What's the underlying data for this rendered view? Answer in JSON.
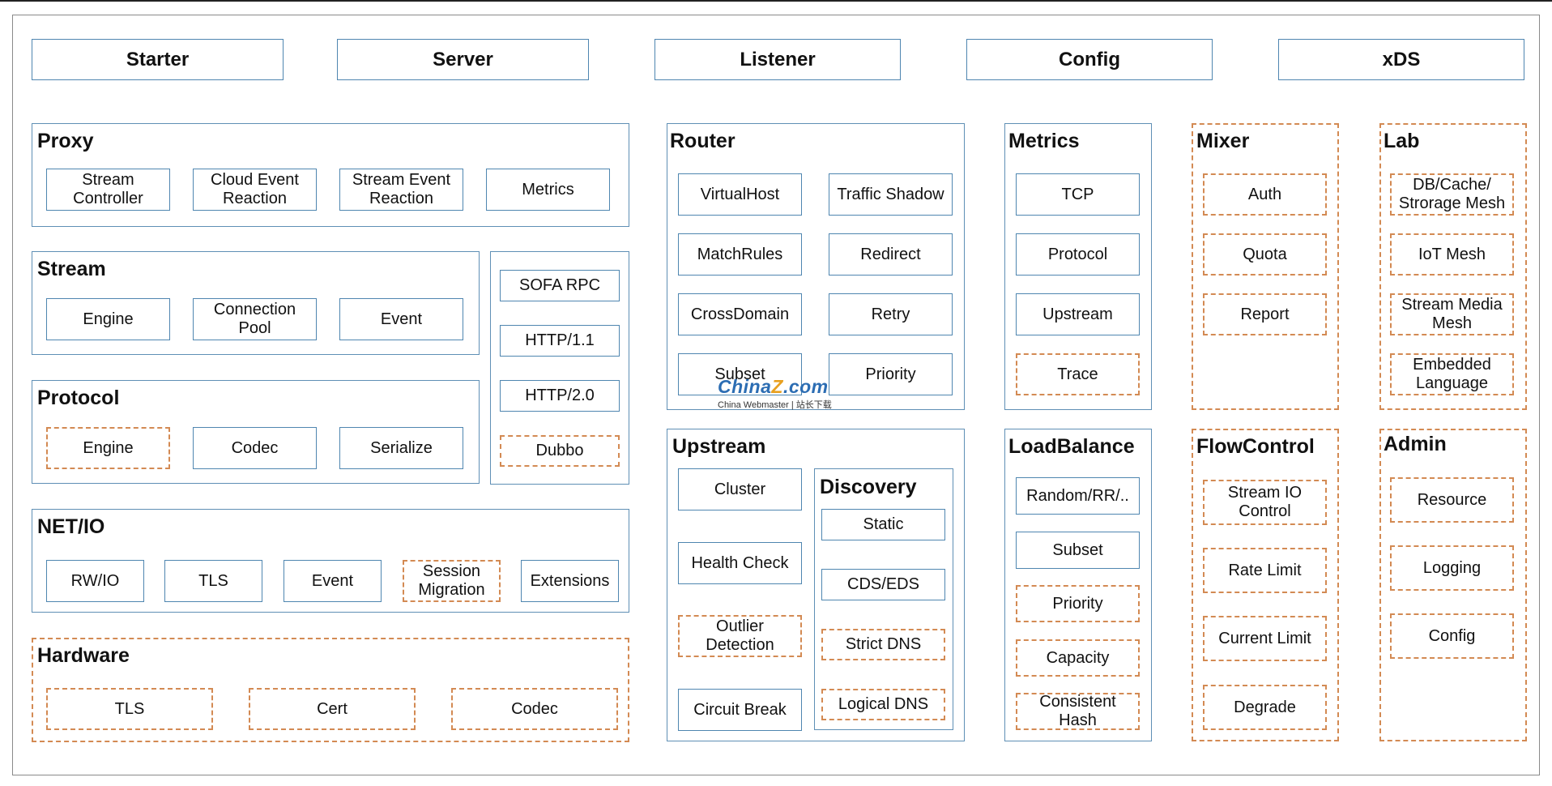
{
  "top_bar": [
    "Starter",
    "Server",
    "Listener",
    "Config",
    "xDS"
  ],
  "proxy": {
    "title": "Proxy",
    "items": [
      "Stream\nController",
      "Cloud Event\nReaction",
      "Stream Event\nReaction",
      "Metrics"
    ]
  },
  "stream": {
    "title": "Stream",
    "items": [
      "Engine",
      "Connection\nPool",
      "Event"
    ]
  },
  "protocols": {
    "items": [
      "SOFA RPC",
      "HTTP/1.1",
      "HTTP/2.0",
      "Dubbo"
    ]
  },
  "protocol": {
    "title": "Protocol",
    "items": [
      "Engine",
      "Codec",
      "Serialize"
    ]
  },
  "netio": {
    "title": "NET/IO",
    "items": [
      "RW/IO",
      "TLS",
      "Event",
      "Session\nMigration",
      "Extensions"
    ]
  },
  "hardware": {
    "title": "Hardware",
    "items": [
      "TLS",
      "Cert",
      "Codec"
    ]
  },
  "router": {
    "title": "Router",
    "items": [
      "VirtualHost",
      "Traffic Shadow",
      "MatchRules",
      "Redirect",
      "CrossDomain",
      "Retry",
      "Subset",
      "Priority"
    ]
  },
  "upstream": {
    "title": "Upstream",
    "items": [
      "Cluster",
      "Health Check",
      "Outlier\nDetection",
      "Circuit Break"
    ]
  },
  "discovery": {
    "title": "Discovery",
    "items": [
      "Static",
      "CDS/EDS",
      "Strict DNS",
      "Logical DNS"
    ]
  },
  "metrics": {
    "title": "Metrics",
    "items": [
      "TCP",
      "Protocol",
      "Upstream",
      "Trace"
    ]
  },
  "loadbalance": {
    "title": "LoadBalance",
    "items": [
      "Random/RR/..",
      "Subset",
      "Priority",
      "Capacity",
      "Consistent\nHash"
    ]
  },
  "mixer": {
    "title": "Mixer",
    "items": [
      "Auth",
      "Quota",
      "Report"
    ]
  },
  "flowcontrol": {
    "title": "FlowControl",
    "items": [
      "Stream IO\nControl",
      "Rate Limit",
      "Current Limit",
      "Degrade"
    ]
  },
  "lab": {
    "title": "Lab",
    "items": [
      "DB/Cache/\nStrorage Mesh",
      "IoT Mesh",
      "Stream Media\nMesh",
      "Embedded\nLanguage"
    ]
  },
  "admin": {
    "title": "Admin",
    "items": [
      "Resource",
      "Logging",
      "Config"
    ]
  },
  "watermark": {
    "logo_a": "China",
    "logo_z": "Z",
    "logo_b": ".com",
    "sub": "China Webmaster | 站长下载"
  },
  "colors": {
    "solid_border": "#4f86b0",
    "dashed_border": "#d38a53"
  }
}
